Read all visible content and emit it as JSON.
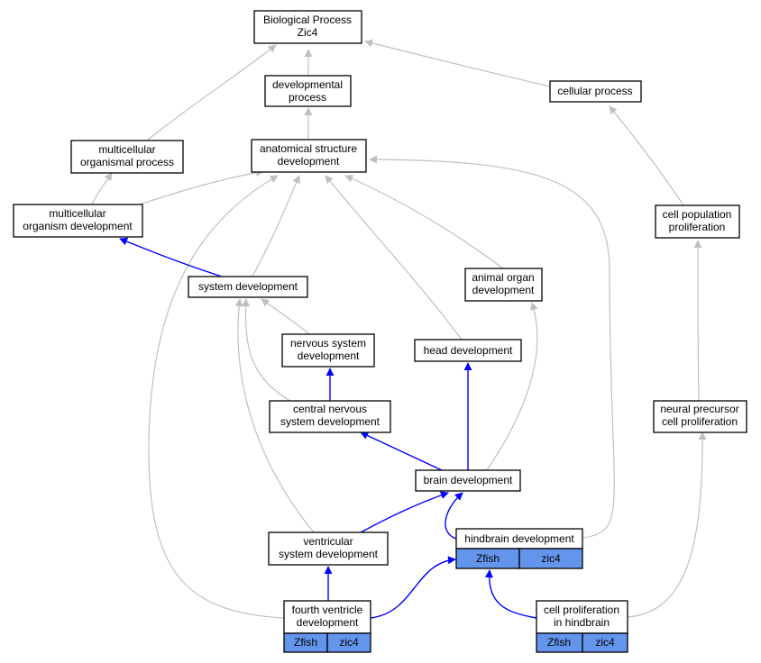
{
  "colors": {
    "is_a_edge": "#c0c0c0",
    "part_of_edge": "#0000ff",
    "tag_fill": "#6495ed",
    "node_fill": "#ffffff",
    "node_stroke": "#000000"
  },
  "nodes": [
    {
      "id": "bp",
      "lines": [
        "Biological Process",
        "Zic4"
      ]
    },
    {
      "id": "devproc",
      "lines": [
        "developmental",
        "process"
      ]
    },
    {
      "id": "cellproc",
      "lines": [
        "cellular process"
      ]
    },
    {
      "id": "mop",
      "lines": [
        "multicellular",
        "organismal process"
      ]
    },
    {
      "id": "asd",
      "lines": [
        "anatomical structure",
        "development"
      ]
    },
    {
      "id": "mod",
      "lines": [
        "multicellular",
        "organism development"
      ]
    },
    {
      "id": "cpp",
      "lines": [
        "cell population",
        "proliferation"
      ]
    },
    {
      "id": "sysdev",
      "lines": [
        "system development"
      ]
    },
    {
      "id": "aod",
      "lines": [
        "animal organ",
        "development"
      ]
    },
    {
      "id": "nsd",
      "lines": [
        "nervous system",
        "development"
      ]
    },
    {
      "id": "headdev",
      "lines": [
        "head development"
      ]
    },
    {
      "id": "cnsd",
      "lines": [
        "central nervous",
        "system development"
      ]
    },
    {
      "id": "npcp",
      "lines": [
        "neural precursor",
        "cell proliferation"
      ]
    },
    {
      "id": "braindev",
      "lines": [
        "brain development"
      ]
    },
    {
      "id": "hbdev",
      "lines": [
        "hindbrain development"
      ],
      "tags": [
        "Zfish",
        "zic4"
      ]
    },
    {
      "id": "vsd",
      "lines": [
        "ventricular",
        "system development"
      ]
    },
    {
      "id": "fvd",
      "lines": [
        "fourth ventricle",
        "development"
      ],
      "tags": [
        "Zfish",
        "zic4"
      ]
    },
    {
      "id": "cpih",
      "lines": [
        "cell proliferation",
        "in hindbrain"
      ],
      "tags": [
        "Zfish",
        "zic4"
      ]
    }
  ]
}
